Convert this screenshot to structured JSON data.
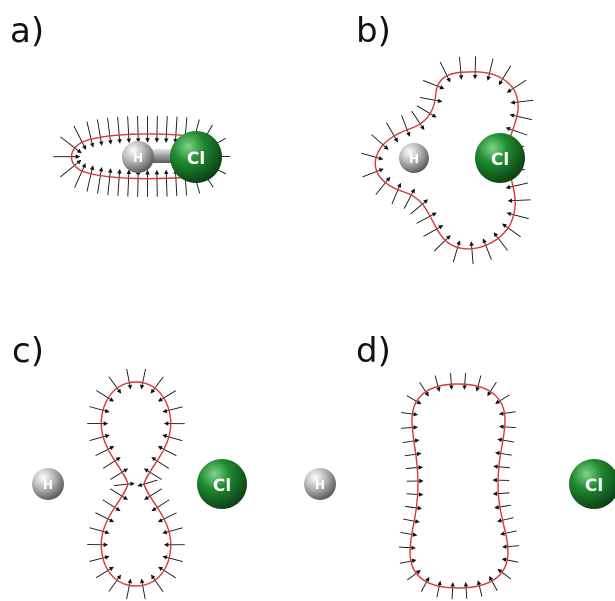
{
  "panels": [
    {
      "id": "a",
      "label": "a)",
      "atoms": [
        "H",
        "Cl"
      ]
    },
    {
      "id": "b",
      "label": "b)",
      "atoms": [
        "H",
        "Cl"
      ]
    },
    {
      "id": "c",
      "label": "c)",
      "atoms": [
        "H",
        "Cl"
      ]
    },
    {
      "id": "d",
      "label": "d)",
      "atoms": [
        "H",
        "Cl"
      ]
    }
  ],
  "colors": {
    "hydrogen": "#9a9a9a",
    "chlorine": "#1f7a2e",
    "contour": "#d23a3a",
    "vector": "#111111"
  }
}
